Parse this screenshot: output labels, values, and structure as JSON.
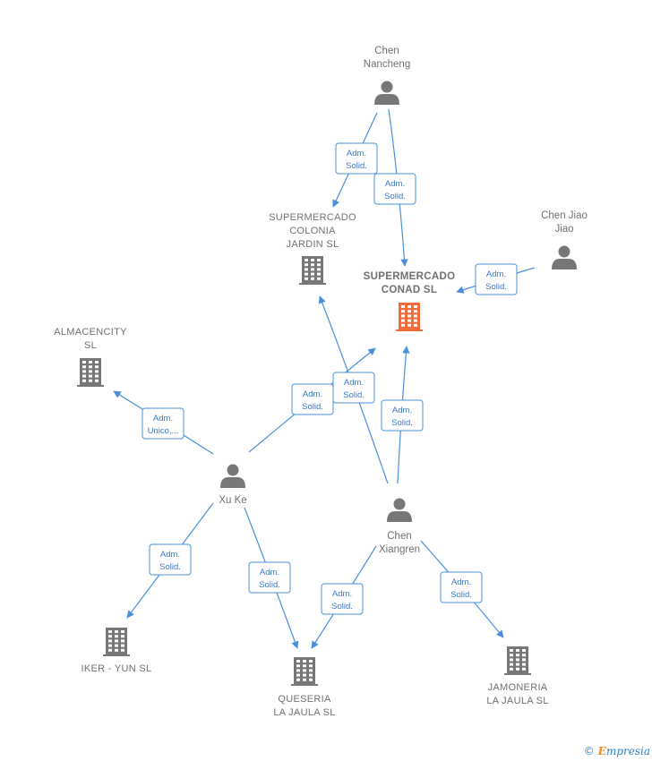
{
  "colors": {
    "person": "#777777",
    "company": "#777777",
    "focus_company": "#f26b3a",
    "edge": "#4a8fdb",
    "label": "#707070"
  },
  "nodes": [
    {
      "id": "chen-nancheng",
      "type": "person",
      "lines": [
        "Chen",
        "Nancheng"
      ]
    },
    {
      "id": "chen-jiao-jiao",
      "type": "person",
      "lines": [
        "Chen Jiao",
        "Jiao"
      ]
    },
    {
      "id": "supermercado-colonia-jardin",
      "type": "company",
      "lines": [
        "SUPERMERCADO",
        "COLONIA",
        "JARDIN  SL"
      ]
    },
    {
      "id": "supermercado-conad",
      "type": "focus",
      "lines": [
        "SUPERMERCADO",
        "CONAD  SL"
      ]
    },
    {
      "id": "almacencity",
      "type": "company",
      "lines": [
        "ALMACENCITY",
        "SL"
      ]
    },
    {
      "id": "xu-ke",
      "type": "person",
      "lines": [
        "Xu Ke"
      ]
    },
    {
      "id": "chen-xiangren",
      "type": "person",
      "lines": [
        "Chen",
        "Xiangren"
      ]
    },
    {
      "id": "iker-yun",
      "type": "company",
      "lines": [
        "IKER -  YUN  SL"
      ]
    },
    {
      "id": "queseria-la-jaula",
      "type": "company",
      "lines": [
        "QUESERIA",
        "LA JAULA  SL"
      ]
    },
    {
      "id": "jamoneria-la-jaula",
      "type": "company",
      "lines": [
        "JAMONERIA",
        "LA JAULA  SL"
      ]
    }
  ],
  "edges": [
    {
      "from": "chen-nancheng",
      "to": "supermercado-colonia-jardin",
      "label": [
        "Adm.",
        "Solid."
      ]
    },
    {
      "from": "chen-nancheng",
      "to": "supermercado-conad",
      "label": [
        "Adm.",
        "Solid."
      ]
    },
    {
      "from": "chen-jiao-jiao",
      "to": "supermercado-conad",
      "label": [
        "Adm.",
        "Solid."
      ]
    },
    {
      "from": "xu-ke",
      "to": "almacencity",
      "label": [
        "Adm.",
        "Unico,..."
      ]
    },
    {
      "from": "xu-ke",
      "to": "supermercado-conad",
      "label": [
        "Adm.",
        "Solid."
      ]
    },
    {
      "from": "chen-xiangren",
      "to": "supermercado-colonia-jardin",
      "label": [
        "Adm.",
        "Solid."
      ]
    },
    {
      "from": "chen-xiangren",
      "to": "supermercado-conad",
      "label": [
        "Adm.",
        "Solid."
      ]
    },
    {
      "from": "xu-ke",
      "to": "iker-yun",
      "label": [
        "Adm.",
        "Solid."
      ]
    },
    {
      "from": "xu-ke",
      "to": "queseria-la-jaula",
      "label": [
        "Adm.",
        "Solid."
      ]
    },
    {
      "from": "chen-xiangren",
      "to": "queseria-la-jaula",
      "label": [
        "Adm.",
        "Solid."
      ]
    },
    {
      "from": "chen-xiangren",
      "to": "jamoneria-la-jaula",
      "label": [
        "Adm.",
        "Solid."
      ]
    }
  ],
  "footer": {
    "copyright": "©",
    "brand_initial": "E",
    "brand_rest": "mpresia"
  }
}
